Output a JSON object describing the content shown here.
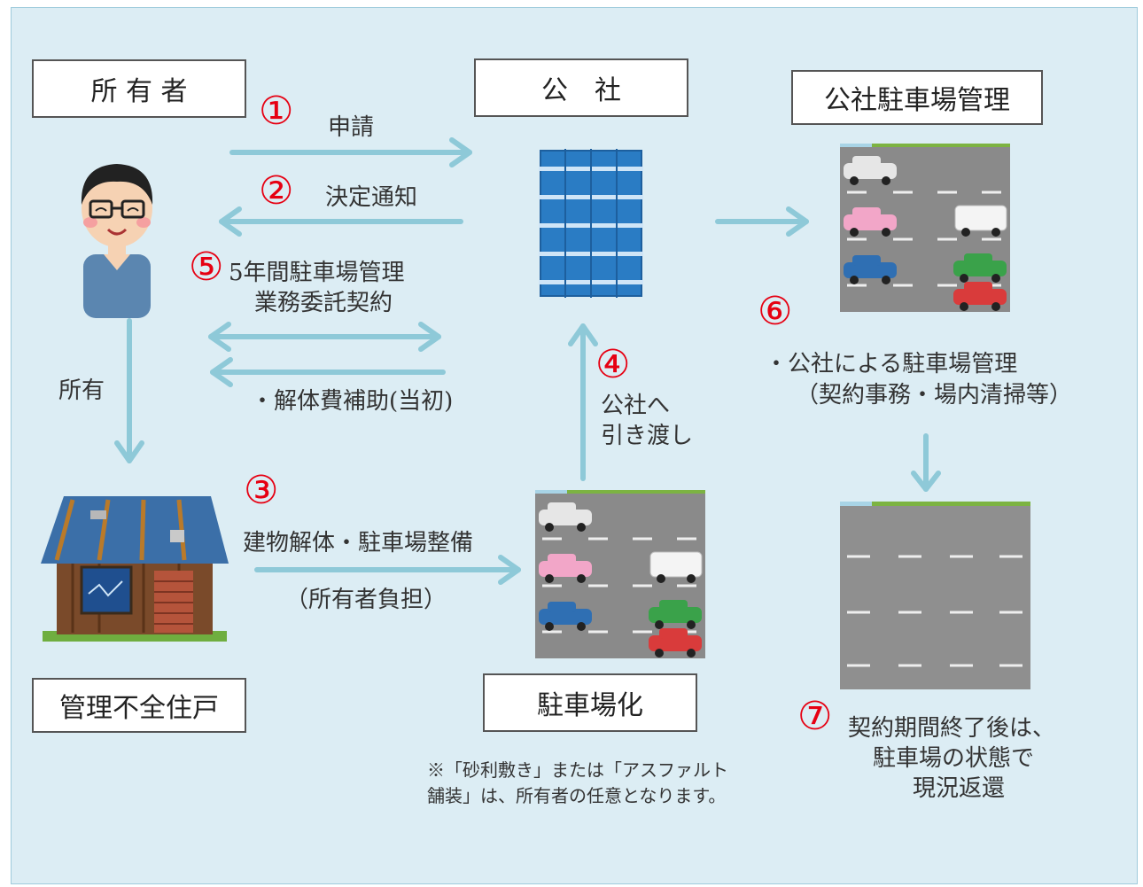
{
  "boxes": {
    "owner": "所 有 者",
    "corporation": "公　社",
    "corp_parking": "公社駐車場管理",
    "vacant_house": "管理不全住戸",
    "parking_conversion": "駐車場化"
  },
  "steps": {
    "n1": "①",
    "s1": "申請",
    "n2": "②",
    "s2": "決定通知",
    "n3": "③",
    "s3a": "建物解体・駐車場整備",
    "s3b": "（所有者負担）",
    "n4": "④",
    "s4a": "公社へ",
    "s4b": "引き渡し",
    "n5": "⑤",
    "s5a": "5年間駐車場管理",
    "s5b": "業務委託契約",
    "s5c": "・解体費補助(当初)",
    "n6": "⑥",
    "s6a": "・公社による駐車場管理",
    "s6b": "（契約事務・場内清掃等）",
    "n7": "⑦",
    "s7a": "契約期間終了後は、",
    "s7b": "駐車場の状態で",
    "s7c": "現況返還"
  },
  "labels": {
    "ownership": "所有"
  },
  "note": {
    "line1": "※「砂利敷き」または「アスファルト",
    "line2": "舗装」は、所有者の任意となります。"
  },
  "colors": {
    "panel": "#dcedf4",
    "arrow": "#8ec9d8",
    "number": "#e60012",
    "building": "#2a7cc4"
  },
  "icons": [
    "person-icon",
    "building-icon",
    "parking-lot-icon",
    "empty-lot-icon",
    "run-down-house-icon"
  ]
}
